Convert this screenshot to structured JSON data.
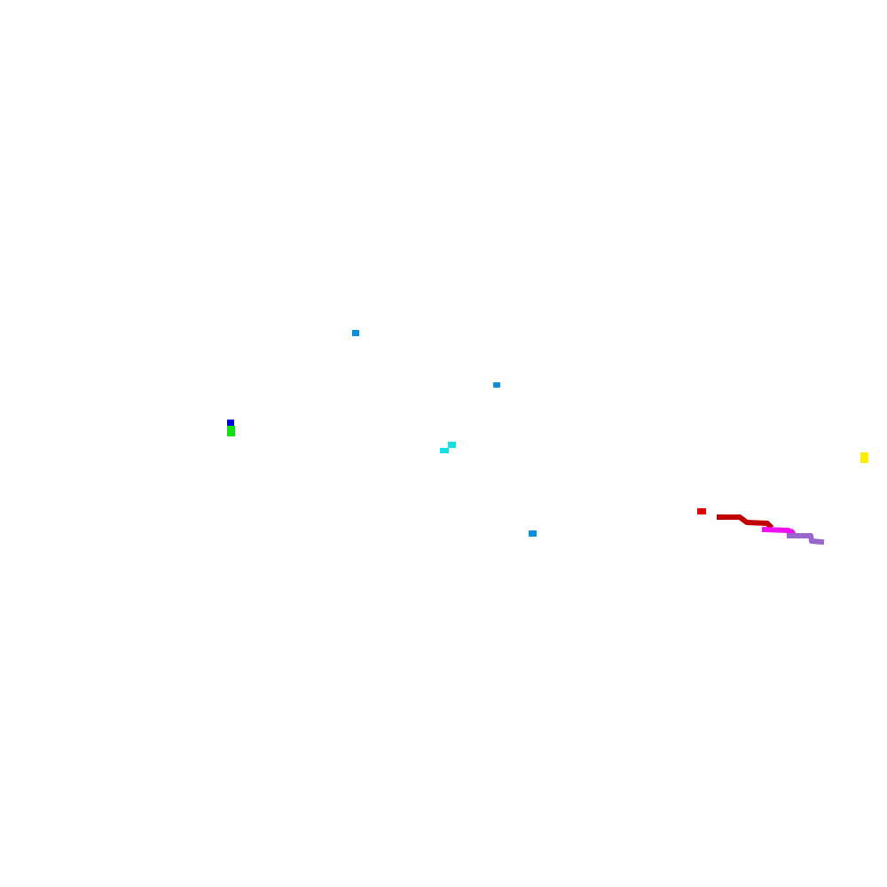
{
  "marks": [
    {
      "kind": "dot",
      "color": "#0a90dc"
    },
    {
      "kind": "dot",
      "color": "#0a90dc"
    },
    {
      "kind": "dot",
      "color": "#0a90dc"
    },
    {
      "kind": "dot",
      "color": "#0000e0"
    },
    {
      "kind": "dot",
      "color": "#10e010"
    },
    {
      "kind": "dot",
      "color": "#10e0e0"
    },
    {
      "kind": "dot",
      "color": "#10e0e0"
    },
    {
      "kind": "dot",
      "color": "#ffee00"
    },
    {
      "kind": "dot",
      "color": "#e00000"
    },
    {
      "kind": "stroke",
      "color": "#c00000"
    },
    {
      "kind": "stroke",
      "color": "#ee10ee"
    },
    {
      "kind": "stroke",
      "color": "#9966cc"
    }
  ]
}
